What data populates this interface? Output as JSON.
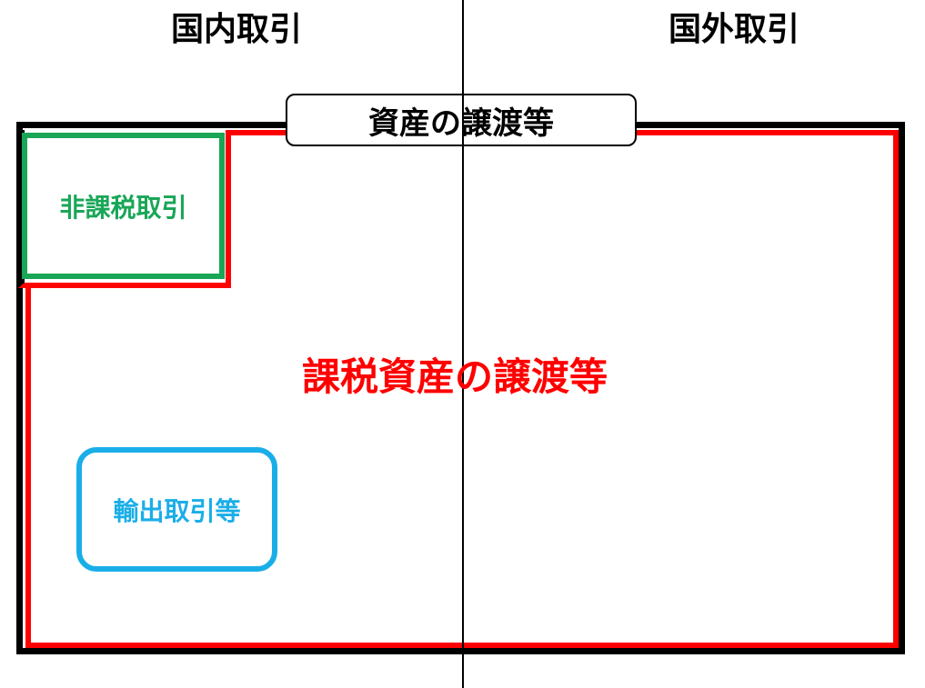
{
  "headers": {
    "domestic": "国内取引",
    "foreign": "国外取引"
  },
  "title": "資産の譲渡等",
  "regions": {
    "taxable": "課税資産の譲渡等",
    "non_taxable": "非課税取引",
    "export": "輸出取引等"
  },
  "colors": {
    "taxable": "#ff0000",
    "non_taxable": "#19a657",
    "export": "#1aaee8",
    "outline": "#000000"
  }
}
